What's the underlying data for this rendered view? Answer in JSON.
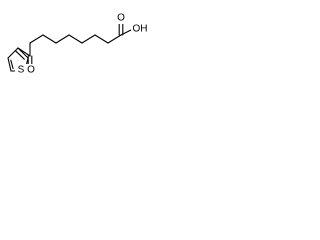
{
  "molecule": {
    "atoms": {
      "carboxyl_oxygen_double": "O",
      "hydroxyl_group": "OH",
      "ketone_oxygen": "O",
      "thiophene_sulfur": "S"
    },
    "colors": {
      "bond": "#000000",
      "background": "#ffffff",
      "label": "#000000"
    }
  }
}
